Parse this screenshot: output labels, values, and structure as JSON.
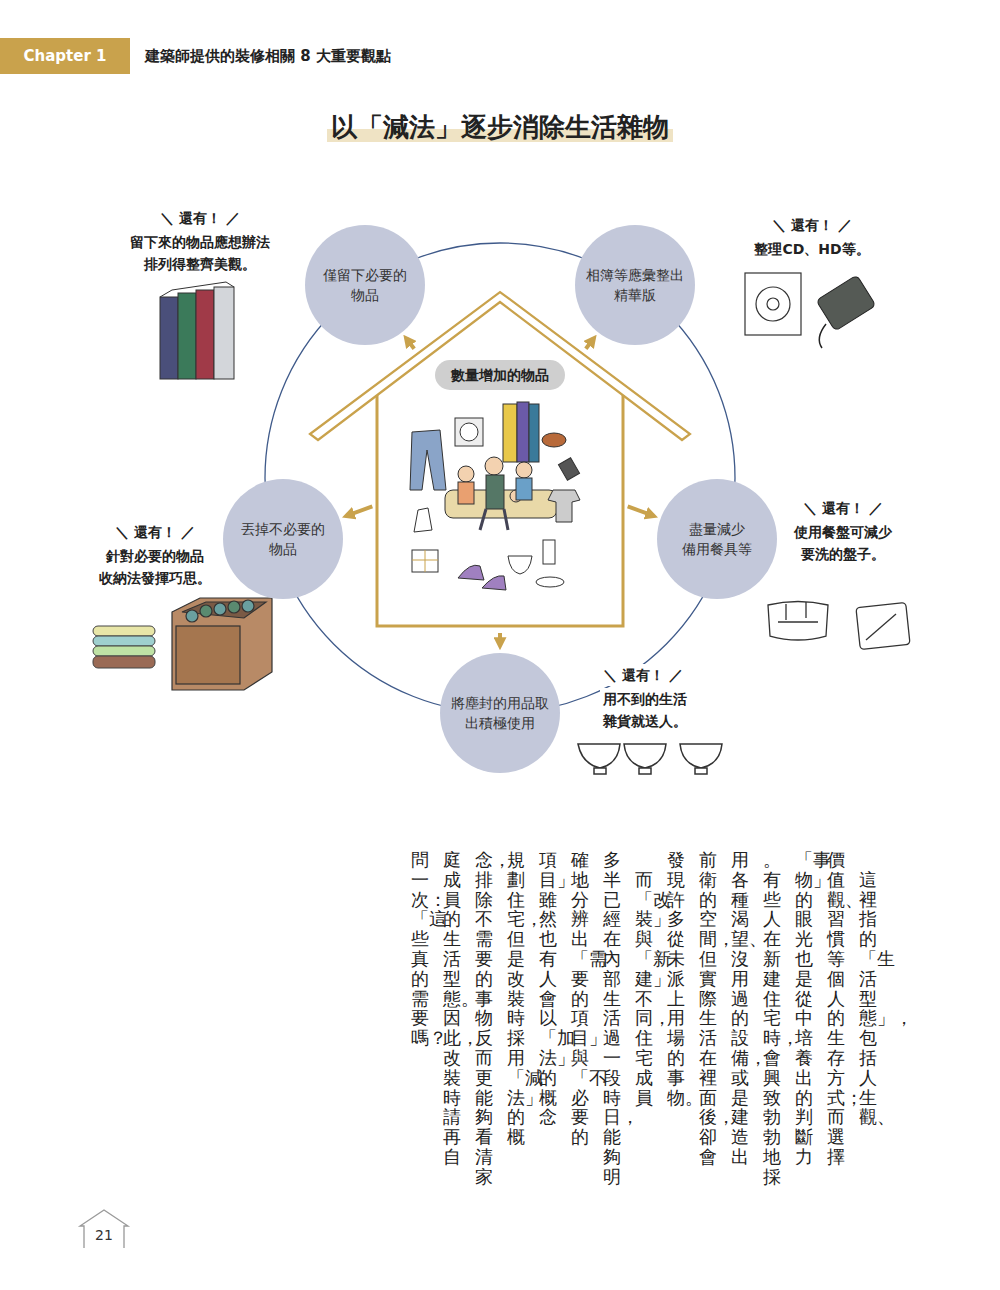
{
  "diagram": {
    "title": "以「減法」逐步消除生活雜物",
    "nodes": [
      {
        "text": [
          "Chapter 1"
        ]
      },
      {
        "text": [
          "數量增加的物品"
        ]
      },
      {
        "text": [
          "僅留下必要的 物品"
        ]
      },
      {
        "text": [
          "相簿等應彙整出 精華版"
        ]
      },
      {
        "text": [
          "丟掉不必要的 物品"
        ]
      },
      {
        "text": [
          "盡量減少 備用餐具等"
        ]
      },
      {
        "text": [
          "將塵封的用品取 出積極使用"
        ]
      }
    ],
    "edges": [
      {
        "from": 1,
        "to": 2,
        "arrow": "to"
      },
      {
        "from": 1,
        "to": 3,
        "arrow": "to"
      },
      {
        "from": 1,
        "to": 4,
        "arrow": "to"
      },
      {
        "from": 1,
        "to": 5,
        "arrow": "to"
      },
      {
        "from": 1,
        "to": 6,
        "arrow": "to"
      }
    ],
    "labels": [
      "建築師提供的裝修相關 8 大重要觀點",
      "＼ 還有！ ／",
      "留下來的物品應想辦法 排列得整齊美觀。",
      "＼ 還有！ ／",
      "整理CD、HD等。",
      "＼ 還有！ ／",
      "針對必要的物品 收納法發揮巧思。",
      "＼ 還有！ ／",
      "使用餐盤可減少 要洗的盤子。",
      "＼ 還有！ ／",
      "用不到的生活 雜貨就送人。",
      "這裡指的「生活型態」，包括人生觀、價值觀、習慣等個人的生存方式；而選擇「事物」的眼光也是從中培養出的判斷力。有些人在新建住宅時，會興致勃勃地採用各種渴望、沒用過的設備，或是建造出前衛的空間，但實際生活在裡面後，卻會發現許多從未派上用場的事物。",
      "而「改裝」與「新建」不同，住宅成員多半已經在內部生活過一段時日，能夠明確地分辨出「需要的項目」與「不必要的項目」。雖然也有人會以「加法」的概念規劃住宅，但是改裝時採用「減法」的概念，排除不需要的事物反而更能夠看清家庭成員的生活型態。因此，改裝時請再自問一次：「這些真的需要嗎？」",
      "21"
    ]
  }
}
